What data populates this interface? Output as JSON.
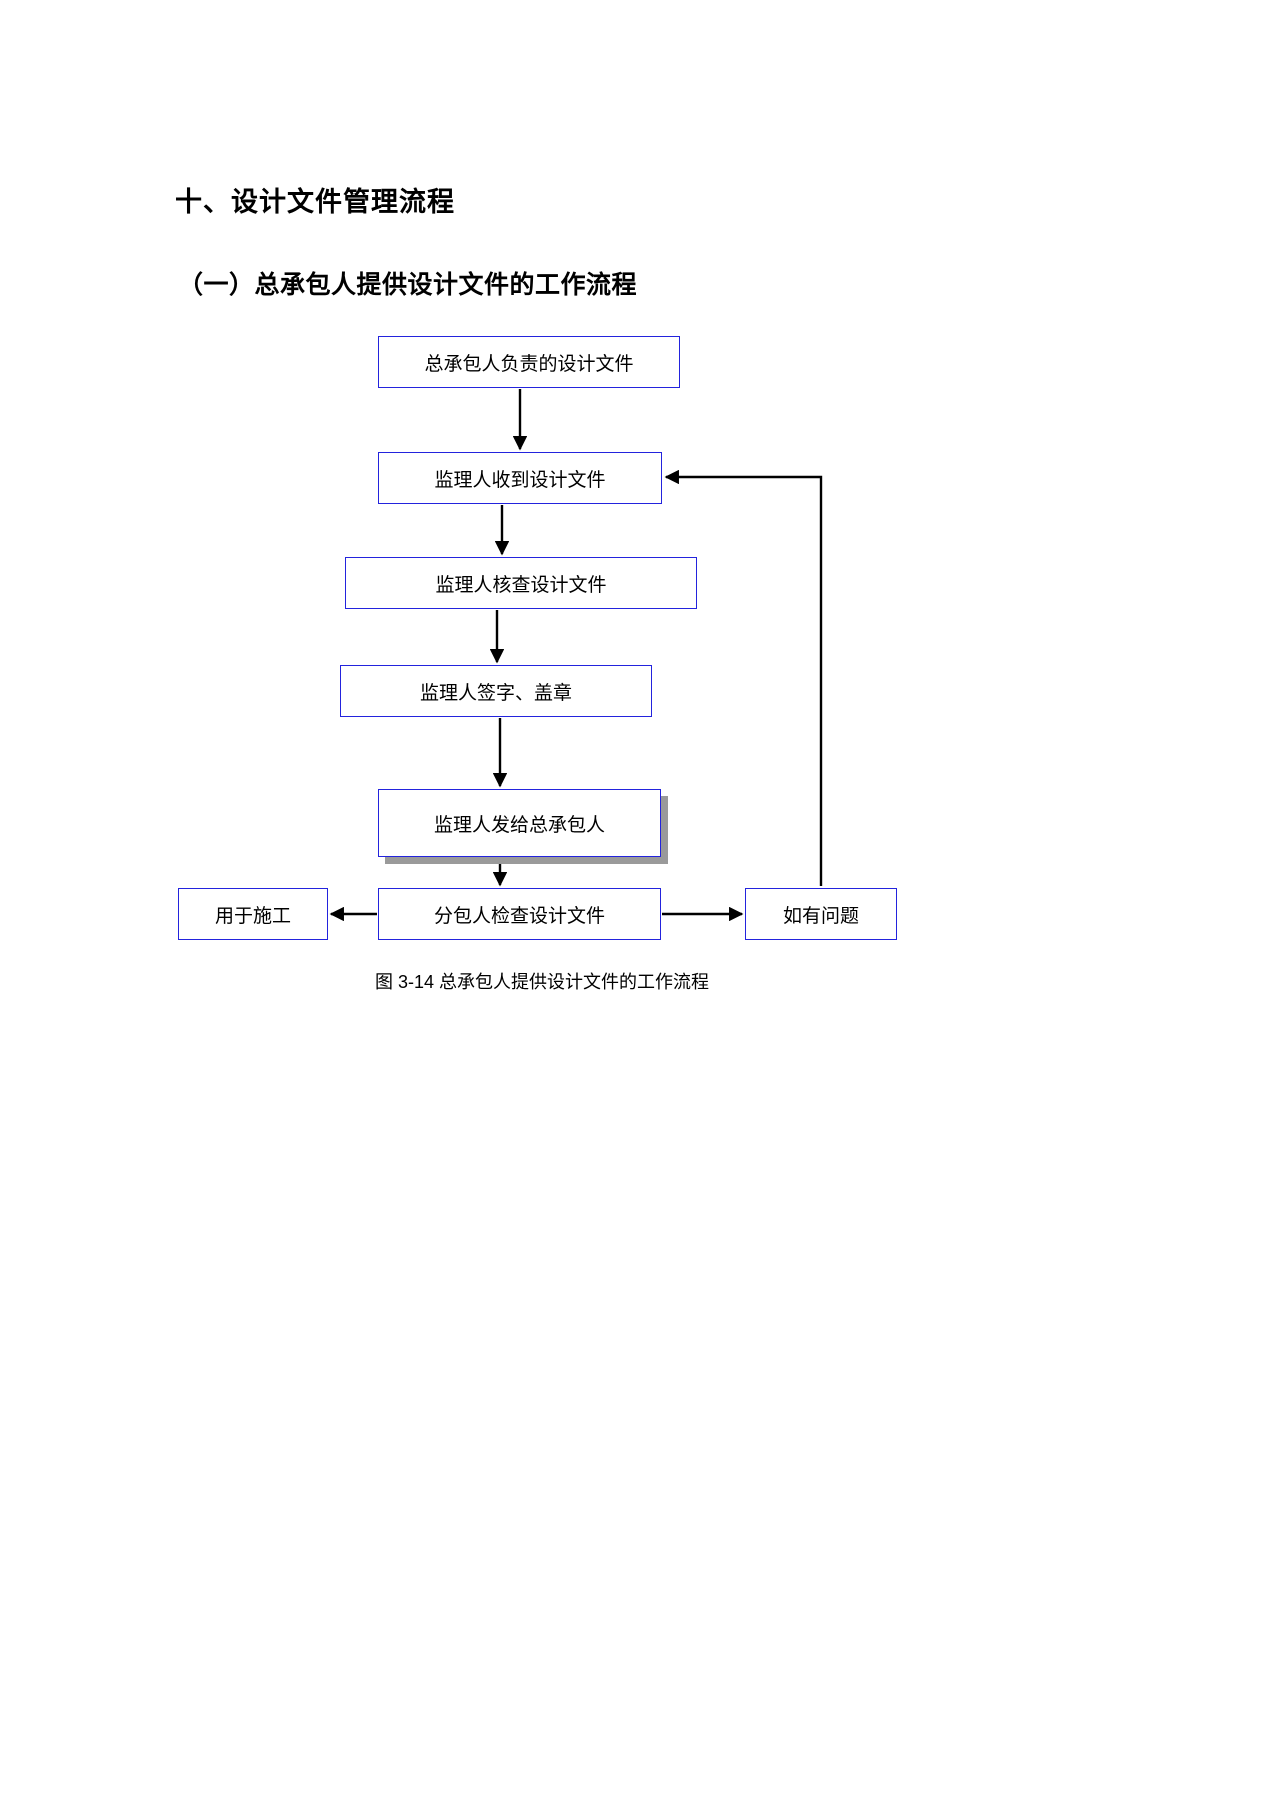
{
  "document": {
    "heading": "十、设计文件管理流程",
    "subheading": "（一）总承包人提供设计文件的工作流程",
    "caption": "图 3-14 总承包人提供设计文件的工作流程"
  },
  "colors": {
    "node_border": "#2323dd",
    "node_fill": "#ffffff",
    "connector": "#000000",
    "shadow": "#9a9a9a",
    "text": "#000000",
    "page_background": "#ffffff"
  },
  "diagram": {
    "type": "flowchart",
    "title": "总承包人提供设计文件的工作流程",
    "nodes": [
      {
        "id": "n1",
        "label": "总承包人负责的设计文件"
      },
      {
        "id": "n2",
        "label": "监理人收到设计文件"
      },
      {
        "id": "n3",
        "label": "监理人核查设计文件"
      },
      {
        "id": "n4",
        "label": "监理人签字、盖章"
      },
      {
        "id": "n5",
        "label": "监理人发给总承包人"
      },
      {
        "id": "n6",
        "label": "用于施工"
      },
      {
        "id": "n7",
        "label": "分包人检查设计文件"
      },
      {
        "id": "n8",
        "label": "如有问题"
      }
    ],
    "edges": [
      {
        "from": "n1",
        "to": "n2",
        "direction": "down"
      },
      {
        "from": "n2",
        "to": "n3",
        "direction": "down"
      },
      {
        "from": "n3",
        "to": "n4",
        "direction": "down"
      },
      {
        "from": "n4",
        "to": "n5",
        "direction": "down"
      },
      {
        "from": "n5",
        "to": "n7",
        "direction": "down"
      },
      {
        "from": "n7",
        "to": "n6",
        "direction": "left"
      },
      {
        "from": "n7",
        "to": "n8",
        "direction": "right"
      },
      {
        "from": "n8",
        "to": "n2",
        "direction": "feedback-up-left"
      }
    ]
  }
}
